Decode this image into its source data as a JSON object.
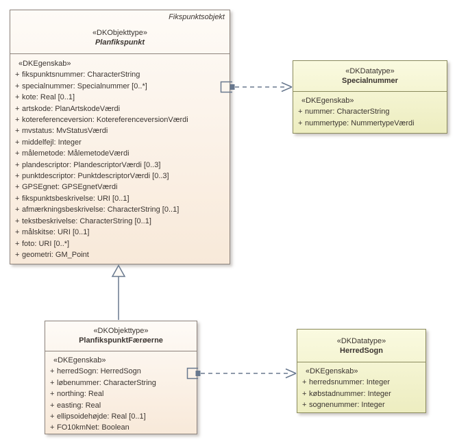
{
  "theme": {
    "canvas-bg": "#FFFFFF",
    "objekttype-fill-top": "#FEFBF7",
    "objekttype-fill-bottom": "#F8E9D9",
    "objekttype-border": "#8C827B",
    "datatype-fill-top": "#FAFAE0",
    "datatype-fill-bottom": "#EDEDC0",
    "datatype-border": "#8A8A5C",
    "text-color": "#3A3430",
    "connector-color": "#68788E",
    "triangle-fill": "#FDFAF6"
  },
  "classes": {
    "planfikspunkt": {
      "package_label": "Fikspunktsobjekt",
      "stereotype": "«DKObjekttype»",
      "name": "Planfikspunkt",
      "section_label": "«DKEgenskab»",
      "attributes": [
        {
          "vis": "+",
          "text": "fikspunktsnummer: CharacterString"
        },
        {
          "vis": "+",
          "text": "specialnummer: Specialnummer [0..*]"
        },
        {
          "vis": "+",
          "text": "kote: Real [0..1]"
        },
        {
          "vis": "+",
          "text": "artskode: PlanArtskodeVærdi"
        },
        {
          "vis": "+",
          "text": "kotereferenceversion: KotereferenceversionVærdi"
        },
        {
          "vis": "+",
          "text": "mvstatus: MvStatusVærdi"
        },
        {
          "vis": "+",
          "text": "middelfejl: Integer"
        },
        {
          "vis": "+",
          "text": "målemetode: MålemetodeVærdi"
        },
        {
          "vis": "+",
          "text": "plandescriptor: PlandescriptorVærdi [0..3]"
        },
        {
          "vis": "+",
          "text": "punktdescriptor: PunktdescriptorVærdi [0..3]"
        },
        {
          "vis": "+",
          "text": "GPSEgnet: GPSEgnetVærdi"
        },
        {
          "vis": "+",
          "text": "fikspunktsbeskrivelse: URI [0..1]"
        },
        {
          "vis": "+",
          "text": "afmærkningsbeskrivelse: CharacterString [0..1]"
        },
        {
          "vis": "+",
          "text": "tekstbeskrivelse: CharacterString [0..1]"
        },
        {
          "vis": "+",
          "text": "målskitse: URI [0..1]"
        },
        {
          "vis": "+",
          "text": "foto: URI [0..*]"
        },
        {
          "vis": "+",
          "text": "geometri: GM_Point"
        }
      ]
    },
    "specialnummer": {
      "stereotype": "«DKDatatype»",
      "name": "Specialnummer",
      "section_label": "«DKEgenskab»",
      "attributes": [
        {
          "vis": "+",
          "text": "nummer: CharacterString"
        },
        {
          "vis": "+",
          "text": "nummertype: NummertypeVærdi"
        }
      ]
    },
    "planfikspunktfaeroerne": {
      "stereotype": "«DKObjekttype»",
      "name": "PlanfikspunktFærøerne",
      "section_label": "«DKEgenskab»",
      "attributes": [
        {
          "vis": "+",
          "text": "herredSogn: HerredSogn"
        },
        {
          "vis": "+",
          "text": "løbenummer: CharacterString"
        },
        {
          "vis": "+",
          "text": "northing: Real"
        },
        {
          "vis": "+",
          "text": "easting: Real"
        },
        {
          "vis": "+",
          "text": "ellipsoidehøjde: Real [0..1]"
        },
        {
          "vis": "+",
          "text": "FO10kmNet: Boolean"
        }
      ]
    },
    "herredsogn": {
      "stereotype": "«DKDatatype»",
      "name": "HerredSogn",
      "section_label": "«DKEgenskab»",
      "attributes": [
        {
          "vis": "+",
          "text": "herredsnummer: Integer"
        },
        {
          "vis": "+",
          "text": "købstadnummer: Integer"
        },
        {
          "vis": "+",
          "text": "sognenummer: Integer"
        }
      ]
    }
  }
}
